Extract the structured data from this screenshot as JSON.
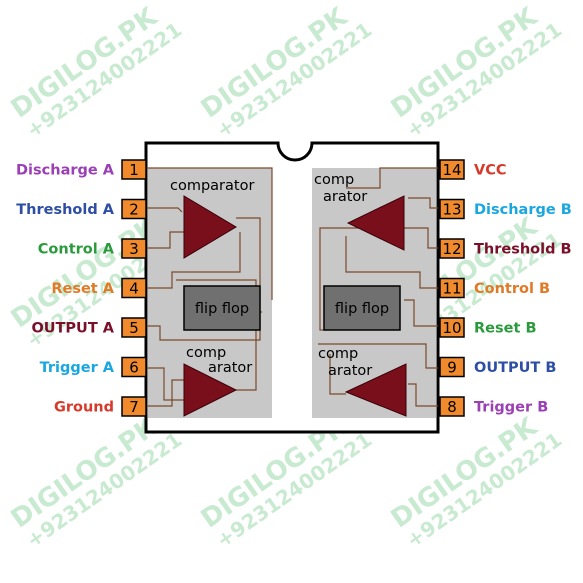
{
  "pins_left": [
    {
      "num": "1",
      "label": "Discharge A",
      "color": "#9b3fb5"
    },
    {
      "num": "2",
      "label": "Threshold A",
      "color": "#2e4ea5"
    },
    {
      "num": "3",
      "label": "Control A",
      "color": "#2a9a3c"
    },
    {
      "num": "4",
      "label": "Reset A",
      "color": "#e07a26"
    },
    {
      "num": "5",
      "label": "OUTPUT A",
      "color": "#7a0f2a"
    },
    {
      "num": "6",
      "label": "Trigger A",
      "color": "#1aa7e0"
    },
    {
      "num": "7",
      "label": "Ground",
      "color": "#d63a2a"
    }
  ],
  "pins_right": [
    {
      "num": "14",
      "label": "VCC",
      "color": "#d63a2a"
    },
    {
      "num": "13",
      "label": "Discharge B",
      "color": "#1aa7e0"
    },
    {
      "num": "12",
      "label": "Threshold B",
      "color": "#7a0f2a"
    },
    {
      "num": "11",
      "label": "Control B",
      "color": "#e07a26"
    },
    {
      "num": "10",
      "label": "Reset B",
      "color": "#2a9a3c"
    },
    {
      "num": "9",
      "label": "OUTPUT B",
      "color": "#2e4ea5"
    },
    {
      "num": "8",
      "label": "Trigger B",
      "color": "#9b3fb5"
    }
  ],
  "blocks": {
    "comparator_top_left": "comparator",
    "comparator_bottom_left_1": "comp",
    "comparator_bottom_left_2": "arator",
    "comparator_top_right_1": "comp",
    "comparator_top_right_2": "arator",
    "comparator_bottom_right_1": "comp",
    "comparator_bottom_right_2": "arator",
    "flipflop_a": "flip flop",
    "flipflop_b": "flip flop"
  },
  "watermark": {
    "brand": "DIGILOG.PK",
    "phone": "+923124002221"
  },
  "colors": {
    "pin_fill": "#f08a2c",
    "comparator_fill": "#7a0f1c",
    "flipflop_fill": "#707070",
    "block_fill": "#c8c8c8",
    "wire": "#7a4a2a"
  }
}
